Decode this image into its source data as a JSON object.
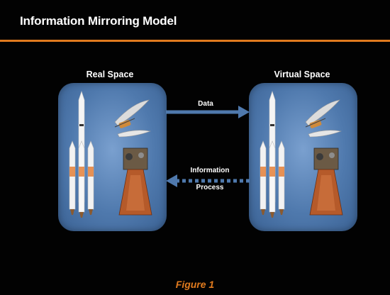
{
  "slide": {
    "title": "Information Mirroring Model",
    "caption": "Figure 1",
    "accent_color": "#e07a1e",
    "background_color": "#000000"
  },
  "panels": {
    "real_space_label": "Real Space",
    "virtual_space_label": "Virtual Space",
    "panel_color": "#4f79ad"
  },
  "arrows": {
    "data_label": "Data",
    "info_label_line1": "Information",
    "info_label_line2": "Process",
    "arrow_color": "#4f79ad"
  },
  "icons": [
    "rocket-icon",
    "satellite-icon",
    "fairing-icon",
    "engine-icon"
  ]
}
